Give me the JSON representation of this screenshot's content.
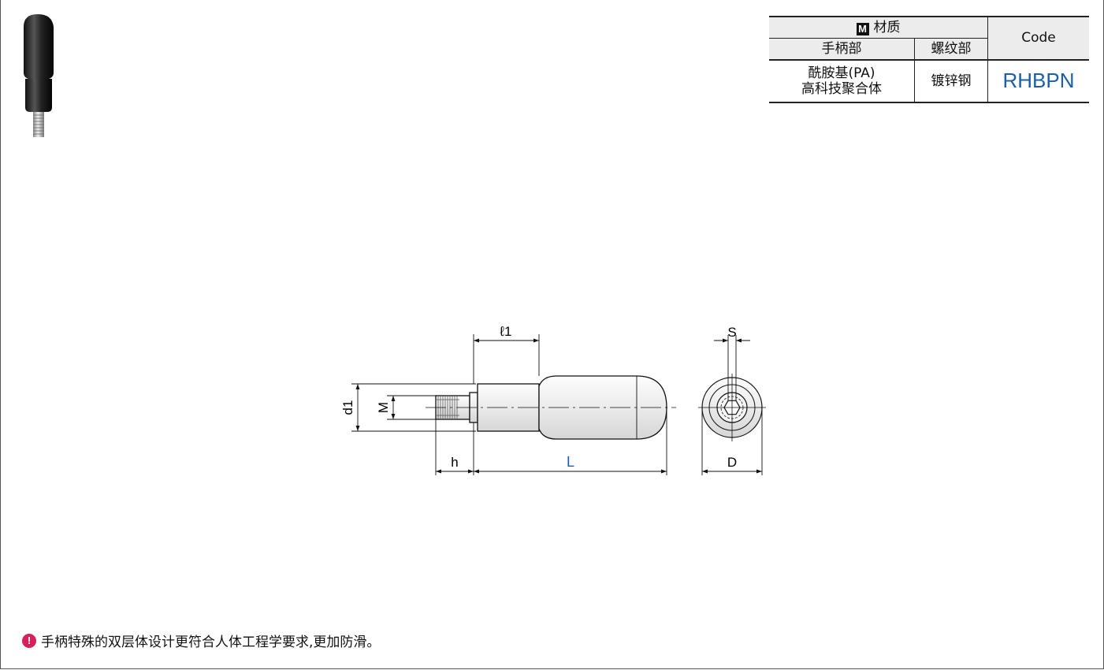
{
  "material_table": {
    "badge": "M",
    "material_header": "材质",
    "handle_header": "手柄部",
    "thread_header": "螺纹部",
    "code_header": "Code",
    "handle_material_line1": "酰胺基(PA)",
    "handle_material_line2": "高科技聚合体",
    "thread_material": "镀锌钢",
    "code_value": "RHBPN"
  },
  "dimensions": {
    "l1": "ℓ1",
    "d1": "d1",
    "M": "M",
    "h": "h",
    "L": "L",
    "S": "S",
    "D": "D"
  },
  "note": {
    "icon": "!",
    "text": "手柄特殊的双层体设计更符合人体工程学要求,更加防滑。"
  },
  "colors": {
    "accent_blue": "#1a5fa8",
    "note_icon": "#d5205a"
  }
}
